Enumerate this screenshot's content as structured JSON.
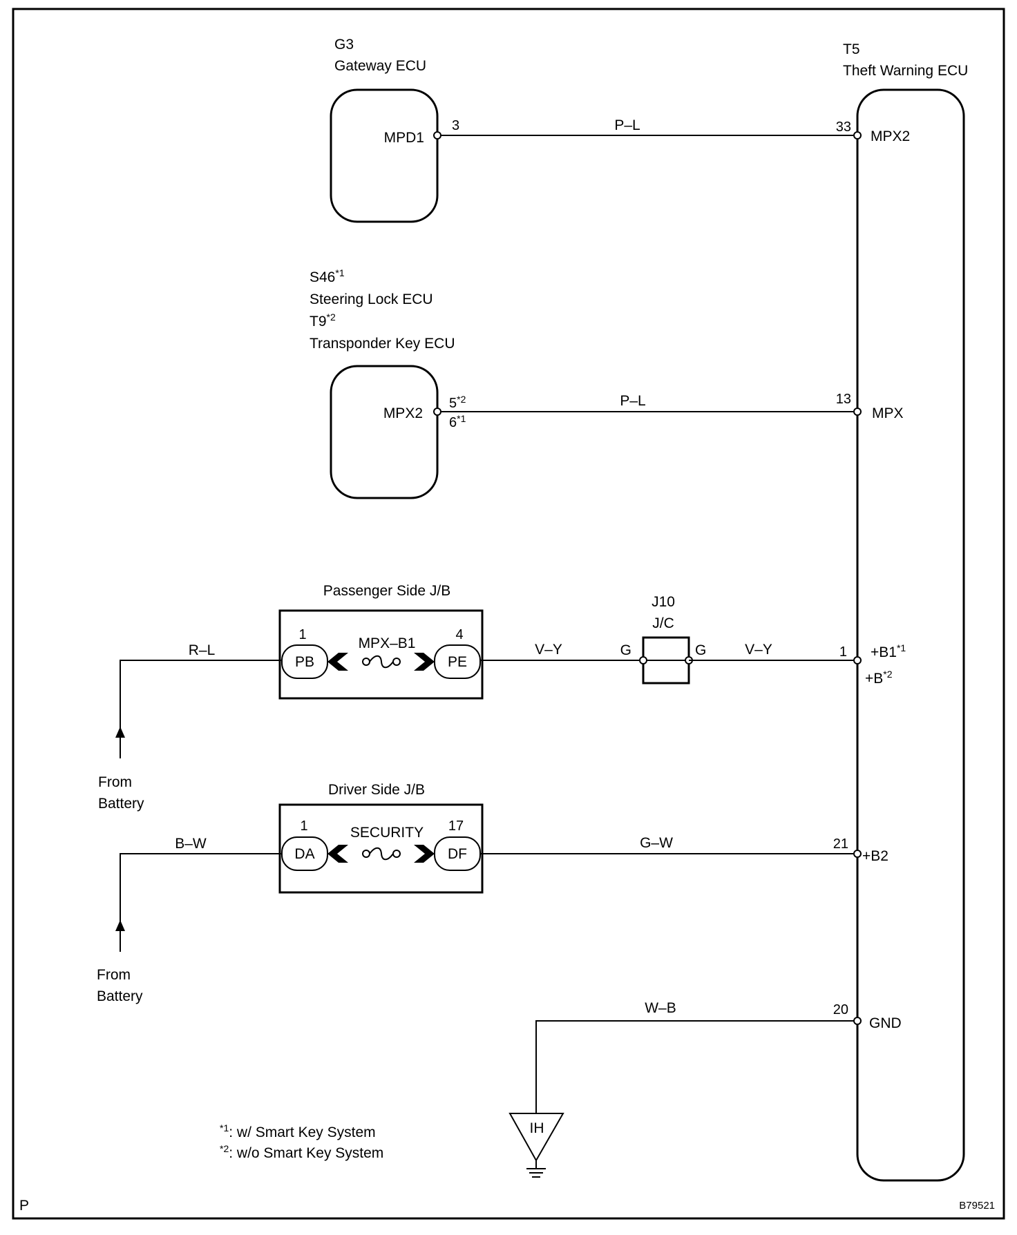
{
  "border_letter": "P",
  "figure_id": "B79521",
  "gateway": {
    "code": "G3",
    "name": "Gateway ECU",
    "terminal": "MPD1",
    "pin": "3"
  },
  "theft": {
    "code": "T5",
    "name": "Theft Warning ECU",
    "terminals": {
      "mpx2": {
        "name": "MPX2",
        "pin": "33"
      },
      "mpx": {
        "name": "MPX",
        "pin": "13"
      },
      "b1": {
        "name": "+B1",
        "sup": "*1",
        "pin": "1"
      },
      "b": {
        "name": "+B",
        "sup": "*2"
      },
      "b2": {
        "name": "+B2",
        "pin": "21"
      },
      "gnd": {
        "name": "GND",
        "pin": "20"
      }
    }
  },
  "steering": {
    "code1": "S46",
    "sup1": "*1",
    "name1": "Steering Lock ECU",
    "code2": "T9",
    "sup2": "*2",
    "name2": "Transponder Key ECU",
    "terminal": "MPX2",
    "pin_a": "5",
    "pin_a_sup": "*2",
    "pin_b": "6",
    "pin_b_sup": "*1"
  },
  "wires": {
    "gw_theft": "P–L",
    "steer_theft": "P–L",
    "batt_pb": "R–L",
    "pe_jc": "V–Y",
    "jc_theft": "V–Y",
    "batt_da": "B–W",
    "df_theft": "G–W",
    "gnd": "W–B"
  },
  "passenger_jb": {
    "title": "Passenger Side J/B",
    "fuse": "MPX–B1",
    "left_pin": "1",
    "left_term": "PB",
    "right_pin": "4",
    "right_term": "PE"
  },
  "driver_jb": {
    "title": "Driver Side J/B",
    "fuse": "SECURITY",
    "left_pin": "1",
    "left_term": "DA",
    "right_pin": "17",
    "right_term": "DF"
  },
  "jc": {
    "code": "J10",
    "name": "J/C",
    "left": "G",
    "right": "G"
  },
  "battery1": {
    "line1": "From",
    "line2": "Battery"
  },
  "battery2": {
    "line1": "From",
    "line2": "Battery"
  },
  "ground": {
    "label": "IH"
  },
  "notes": [
    {
      "mark": "*1",
      "text": ": w/ Smart Key System"
    },
    {
      "mark": "*2",
      "text": ": w/o Smart Key System"
    }
  ]
}
